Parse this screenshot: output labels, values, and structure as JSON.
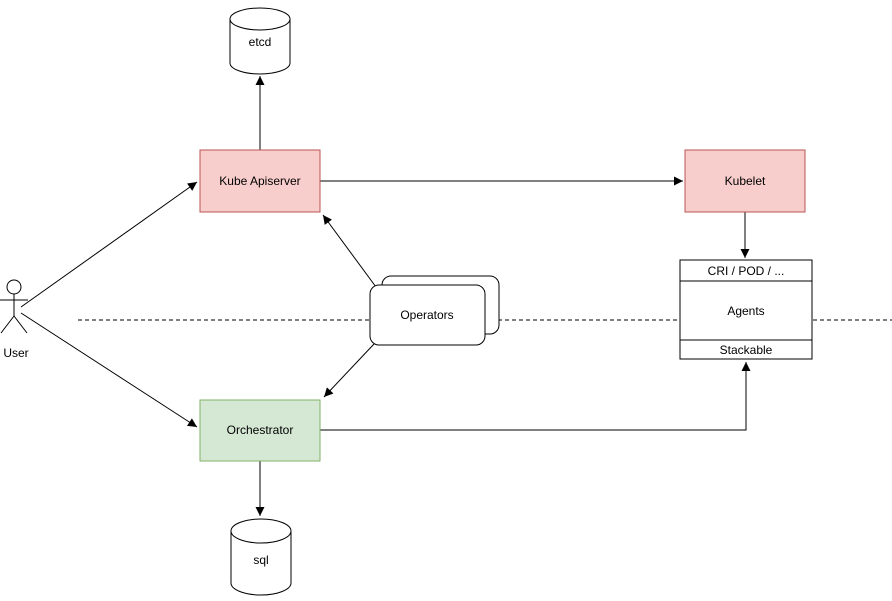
{
  "colors": {
    "background": "#ffffff",
    "line": "#000000",
    "red_fill": "#f8cecc",
    "red_stroke": "#b85450",
    "green_fill": "#d5e8d4",
    "green_stroke": "#82b366",
    "white_fill": "#ffffff"
  },
  "nodes": {
    "user": {
      "label": "User"
    },
    "etcd": {
      "label": "etcd"
    },
    "kube_apiserver": {
      "label": "Kube Apiserver"
    },
    "kubelet": {
      "label": "Kubelet"
    },
    "operators": {
      "label": "Operators"
    },
    "orchestrator": {
      "label": "Orchestrator"
    },
    "sql": {
      "label": "sql"
    },
    "agent_stack": {
      "rows": [
        "CRI / POD / ...",
        "Agents",
        "Stackable"
      ]
    }
  },
  "edges": [
    {
      "from": "user",
      "to": "kube_apiserver",
      "arrow": true
    },
    {
      "from": "user",
      "to": "orchestrator",
      "arrow": true
    },
    {
      "from": "kube_apiserver",
      "to": "etcd",
      "arrow": true
    },
    {
      "from": "kube_apiserver",
      "to": "kubelet",
      "arrow": true
    },
    {
      "from": "kubelet",
      "to": "agent_stack",
      "arrow": true
    },
    {
      "from": "operators",
      "to": "kube_apiserver",
      "arrow": true
    },
    {
      "from": "operators",
      "to": "orchestrator",
      "arrow": true
    },
    {
      "from": "orchestrator",
      "to": "agent_stack",
      "arrow": true
    },
    {
      "from": "orchestrator",
      "to": "sql",
      "arrow": true
    },
    {
      "type": "boundary",
      "style": "dashed"
    }
  ]
}
